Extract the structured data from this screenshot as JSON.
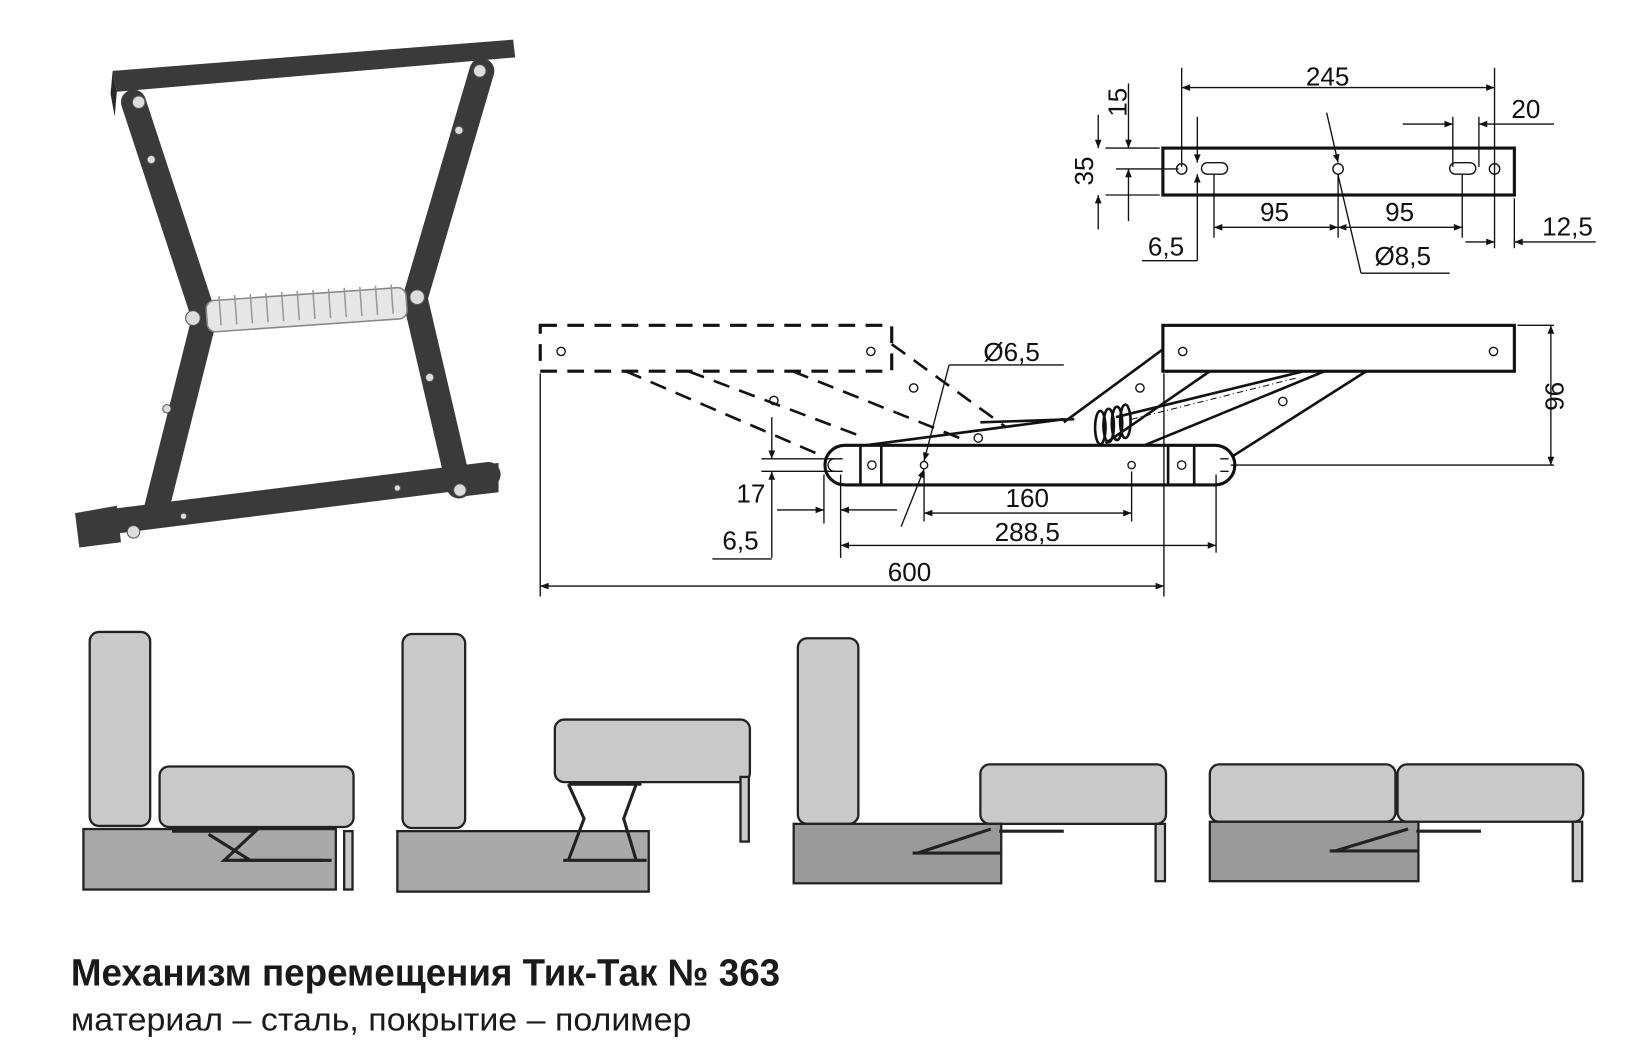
{
  "title": "Механизм перемещения Тик-Так № 363",
  "subtitle": "материал – сталь, покрытие – полимер",
  "bracket_dims": {
    "length": "245",
    "slot_offset": "20",
    "hole_height": "15",
    "width": "35",
    "left_spacing": "95",
    "right_spacing": "95",
    "slot_width": "6,5",
    "hole_diameter": "Ø8,5",
    "end_offset": "12,5"
  },
  "mechanism_dims": {
    "pivot_diameter": "Ø6,5",
    "height": "96",
    "vertical_offset": "17",
    "slot_width": "6,5",
    "hole_spacing": "160",
    "base_length": "288,5",
    "travel": "600"
  },
  "colors": {
    "metal": "#3a3a3a",
    "upholstery": "#c9c9c9",
    "sofa_base": "#a9a9a9"
  }
}
